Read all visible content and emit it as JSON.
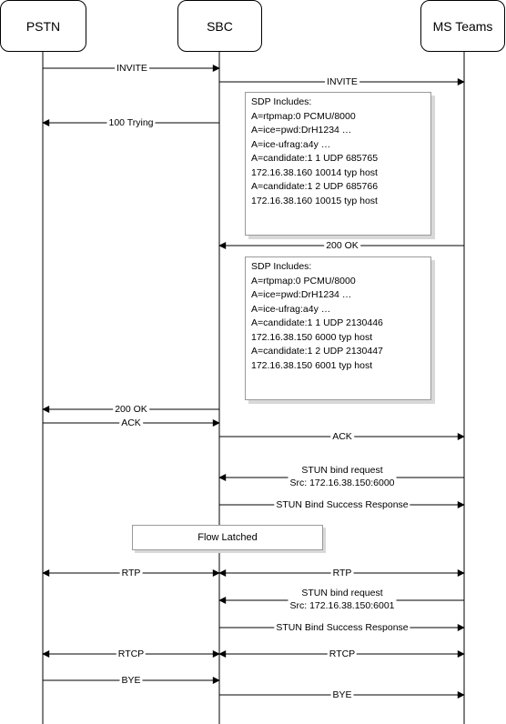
{
  "participants": {
    "pstn": "PSTN",
    "sbc": "SBC",
    "teams": "MS Teams"
  },
  "messages": {
    "invite_1": "INVITE",
    "invite_2": "INVITE",
    "trying": "100 Trying",
    "ok_1": "200 OK",
    "ok_2": "200 OK",
    "ack_1": "ACK",
    "ack_2": "ACK",
    "stun_req_1_l1": "STUN bind request",
    "stun_req_1_l2": "Src: 172.16.38.150:6000",
    "stun_resp_1": "STUN Bind Success Response",
    "rtp_1": "RTP",
    "rtp_2": "RTP",
    "stun_req_2_l1": "STUN bind request",
    "stun_req_2_l2": "Src: 172.16.38.150:6001",
    "stun_resp_2": "STUN Bind Success Response",
    "rtcp_1": "RTCP",
    "rtcp_2": "RTCP",
    "bye_1": "BYE",
    "bye_2": "BYE"
  },
  "sdp_1": {
    "lines": [
      "SDP Includes:",
      "A=rtpmap:0  PCMU/8000",
      "A=ice=pwd:DrH1234 …",
      "A=ice-ufrag:a4y …",
      "A=candidate:1 1 UDP 685765",
      "172.16.38.160 10014 typ host",
      "A=candidate:1 2 UDP 685766",
      "172.16.38.160 10015 typ host"
    ]
  },
  "sdp_2": {
    "lines": [
      "SDP Includes:",
      "A=rtpmap:0  PCMU/8000",
      "A=ice=pwd:DrH1234 …",
      "A=ice-ufrag:a4y …",
      "A=candidate:1 1 UDP 2130446",
      "172.16.38.150 6000 typ host",
      "A=candidate:1 2 UDP 2130447",
      "172.16.38.150 6001 typ host"
    ]
  },
  "flow_latched": "Flow Latched"
}
